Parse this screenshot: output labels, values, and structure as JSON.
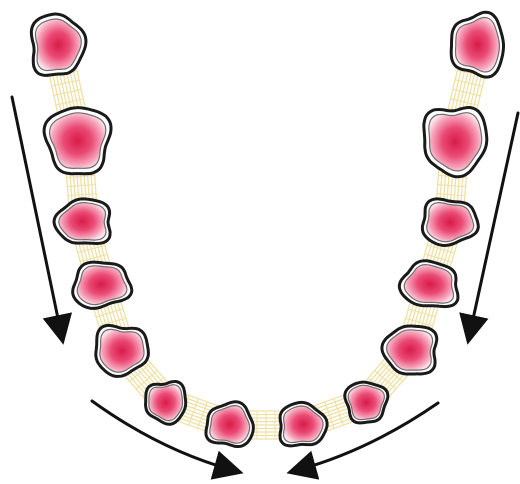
{
  "diagram": {
    "type": "dental-arch",
    "colors": {
      "background": "#ffffff",
      "tooth_outline": "#1a1a1a",
      "tooth_gap": "#ffffff",
      "tooth_center": "#d81b49",
      "tooth_mid": "#ef5f86",
      "tooth_edge": "#fbe4ec",
      "fiber": "#efe0a3",
      "arrow": "#111111"
    },
    "tooth_count": 14,
    "arrow_count": 4
  }
}
